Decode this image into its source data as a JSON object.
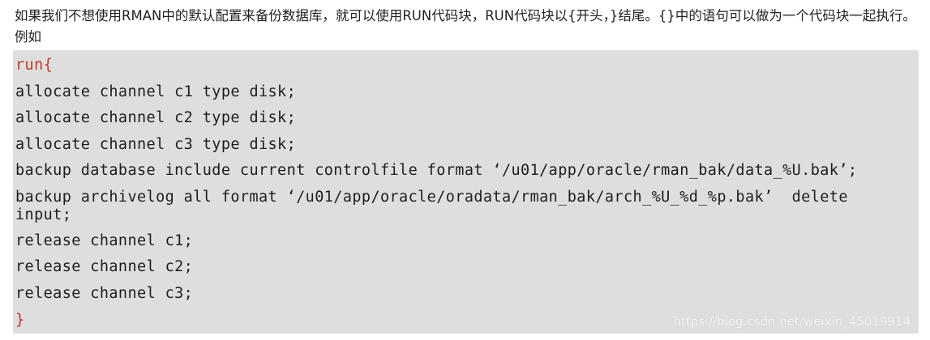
{
  "intro": {
    "text": "如果我们不想使用RMAN中的默认配置来备份数据库，就可以使用RUN代码块，RUN代码块以{开头，}结尾。{}中的语句可以做为一个代码块一起执行。例如"
  },
  "code": {
    "lines": [
      "run{",
      "allocate channel c1 type disk;",
      "allocate channel c2 type disk;",
      "allocate channel c3 type disk;",
      "backup database include current controlfile format ‘/u01/app/oracle/rman_bak/data_%U.bak’;",
      "backup archivelog all format ‘/u01/app/oracle/oradata/rman_bak/arch_%U_%d_%p.bak’  delete input;",
      "release channel c1;",
      "release channel c2;",
      "release channel c3;",
      "}"
    ]
  },
  "watermark": "https://blog.csdn.net/weixin_45019914",
  "colors": {
    "code_background": "#dedede",
    "keyword_red": "#c0392b",
    "text": "#222222"
  }
}
